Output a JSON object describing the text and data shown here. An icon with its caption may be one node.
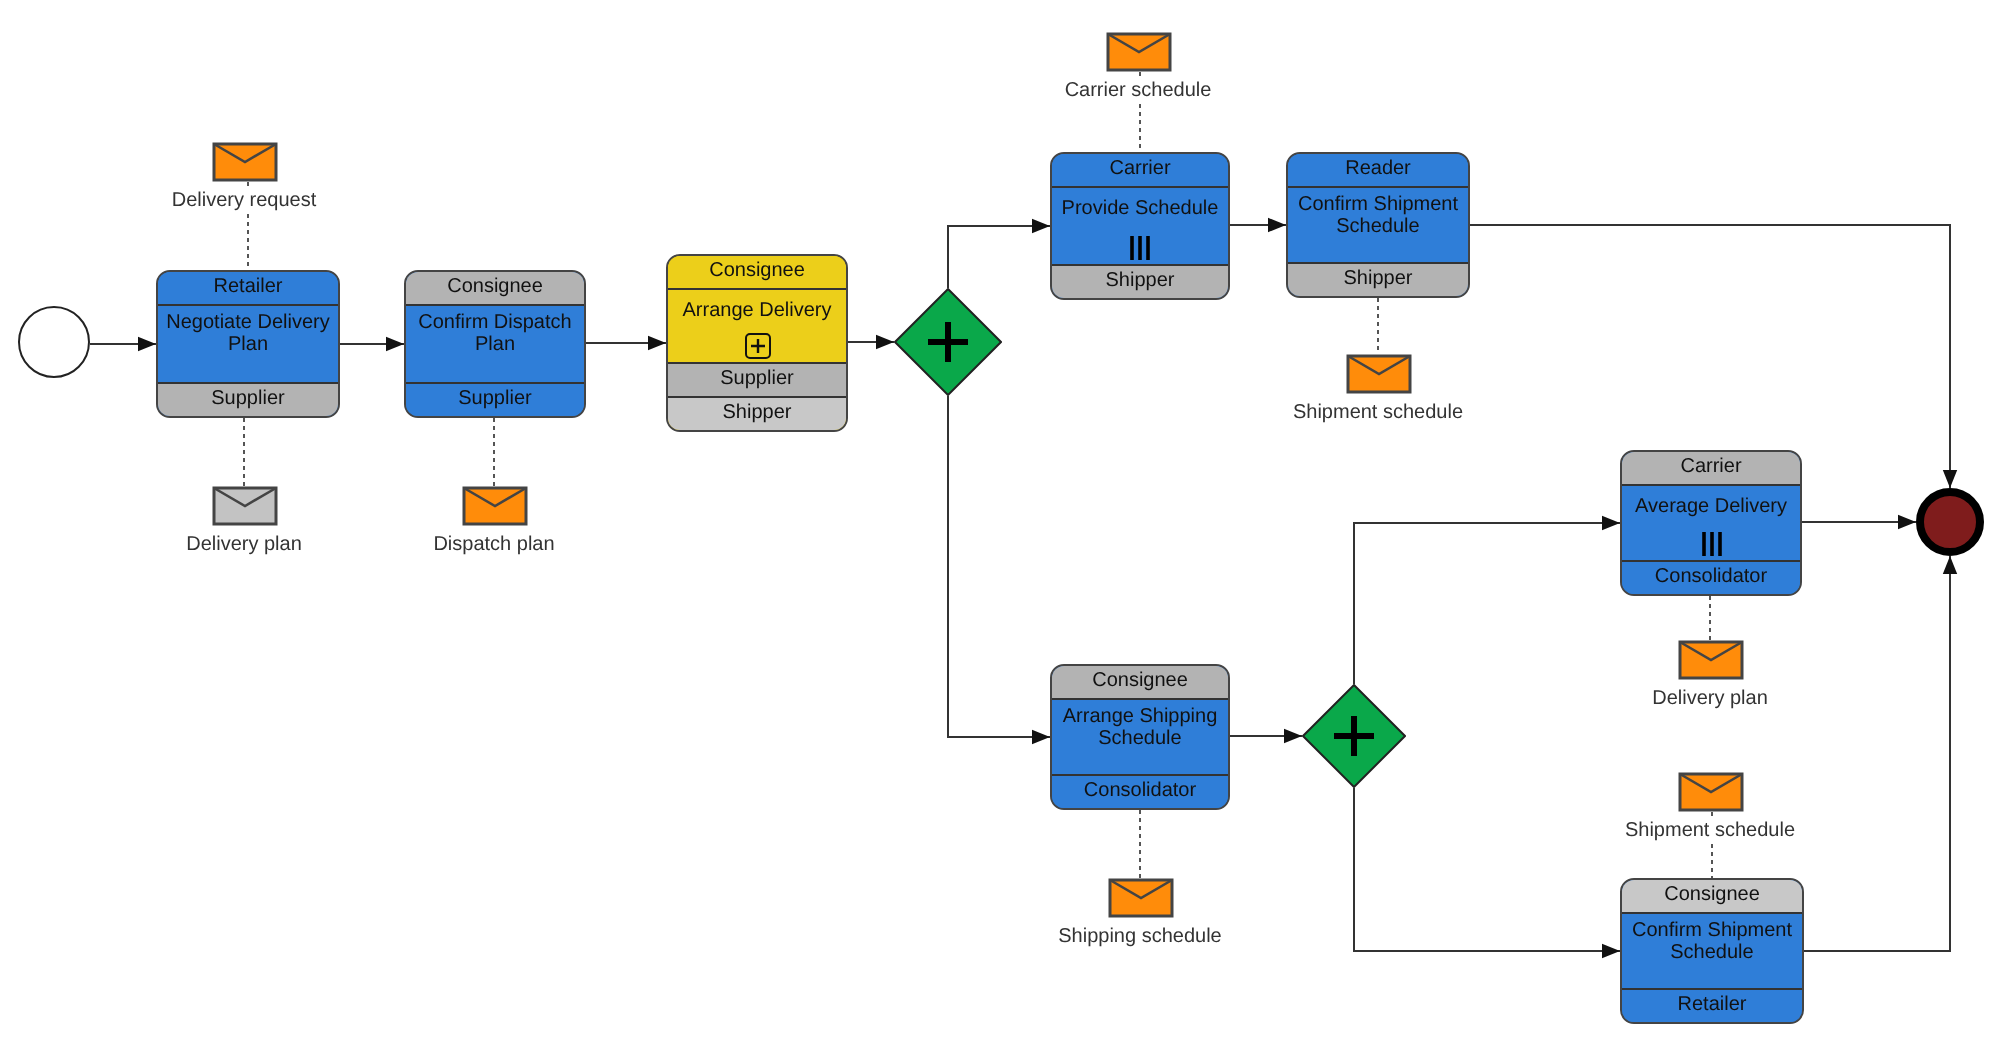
{
  "diagram": {
    "nodes": [
      {
        "text": [],
        "shape": "circle"
      },
      {
        "text": [],
        "shape": "envelope",
        "beside": [
          "Delivery request"
        ]
      },
      {
        "text": [
          "Retailer",
          "Negotiate Delivery Plan",
          "Supplier"
        ]
      },
      {
        "text": [],
        "shape": "envelope",
        "beside": [
          "Delivery plan"
        ]
      },
      {
        "text": [
          "Consignee",
          "Confirm Dispatch Plan",
          "Supplier"
        ]
      },
      {
        "text": [],
        "shape": "envelope",
        "beside": [
          "Dispatch plan"
        ]
      },
      {
        "text": [
          "Consignee",
          "Arrange Delivery",
          "Supplier",
          "Shipper"
        ]
      },
      {
        "text": [],
        "shape": "diamond"
      },
      {
        "text": [],
        "shape": "envelope",
        "beside": [
          "Carrier schedule"
        ]
      },
      {
        "text": [
          "Carrier",
          "Provide Schedule",
          "Shipper"
        ]
      },
      {
        "text": [
          "Reader",
          "Confirm Shipment Schedule",
          "Shipper"
        ]
      },
      {
        "text": [],
        "shape": "envelope",
        "beside": [
          "Shipment schedule"
        ]
      },
      {
        "text": [
          "Consignee",
          "Arrange Shipping Schedule",
          "Consolidator"
        ]
      },
      {
        "text": [],
        "shape": "envelope",
        "beside": [
          "Shipping schedule"
        ]
      },
      {
        "text": [],
        "shape": "diamond"
      },
      {
        "text": [
          "Carrier",
          "Average Delivery",
          "Consolidator"
        ]
      },
      {
        "text": [],
        "shape": "envelope",
        "beside": [
          "Delivery plan"
        ]
      },
      {
        "text": [],
        "shape": "envelope",
        "beside": [
          "Shipment schedule"
        ]
      },
      {
        "text": [
          "Consignee",
          "Confirm Shipment Schedule",
          "Retailer"
        ]
      },
      {
        "text": [],
        "shape": "circle"
      }
    ],
    "edges": [
      {
        "from": 0,
        "to": 2,
        "arrow": "to"
      },
      {
        "from": 2,
        "to": 4,
        "arrow": "to"
      },
      {
        "from": 4,
        "to": 6,
        "arrow": "to"
      },
      {
        "from": 6,
        "to": 7,
        "arrow": "to"
      },
      {
        "from": 7,
        "to": 9,
        "arrow": "to"
      },
      {
        "from": 7,
        "to": 12,
        "arrow": "to"
      },
      {
        "from": 9,
        "to": 10,
        "arrow": "to"
      },
      {
        "from": 10,
        "to": 19,
        "arrow": "to"
      },
      {
        "from": 12,
        "to": 14,
        "arrow": "to"
      },
      {
        "from": 14,
        "to": 15,
        "arrow": "to"
      },
      {
        "from": 14,
        "to": 18,
        "arrow": "to"
      },
      {
        "from": 15,
        "to": 19,
        "arrow": "to"
      },
      {
        "from": 18,
        "to": 19,
        "arrow": "to"
      },
      {
        "from": 1,
        "to": 2,
        "arrow": "none",
        "style": "dashed"
      },
      {
        "from": 2,
        "to": 3,
        "arrow": "none",
        "style": "dashed"
      },
      {
        "from": 4,
        "to": 5,
        "arrow": "none",
        "style": "dashed"
      },
      {
        "from": 8,
        "to": 9,
        "arrow": "none",
        "style": "dashed"
      },
      {
        "from": 10,
        "to": 11,
        "arrow": "none",
        "style": "dashed"
      },
      {
        "from": 12,
        "to": 13,
        "arrow": "none",
        "style": "dashed"
      },
      {
        "from": 15,
        "to": 16,
        "arrow": "none",
        "style": "dashed"
      },
      {
        "from": 17,
        "to": 18,
        "arrow": "none",
        "style": "dashed"
      }
    ]
  }
}
